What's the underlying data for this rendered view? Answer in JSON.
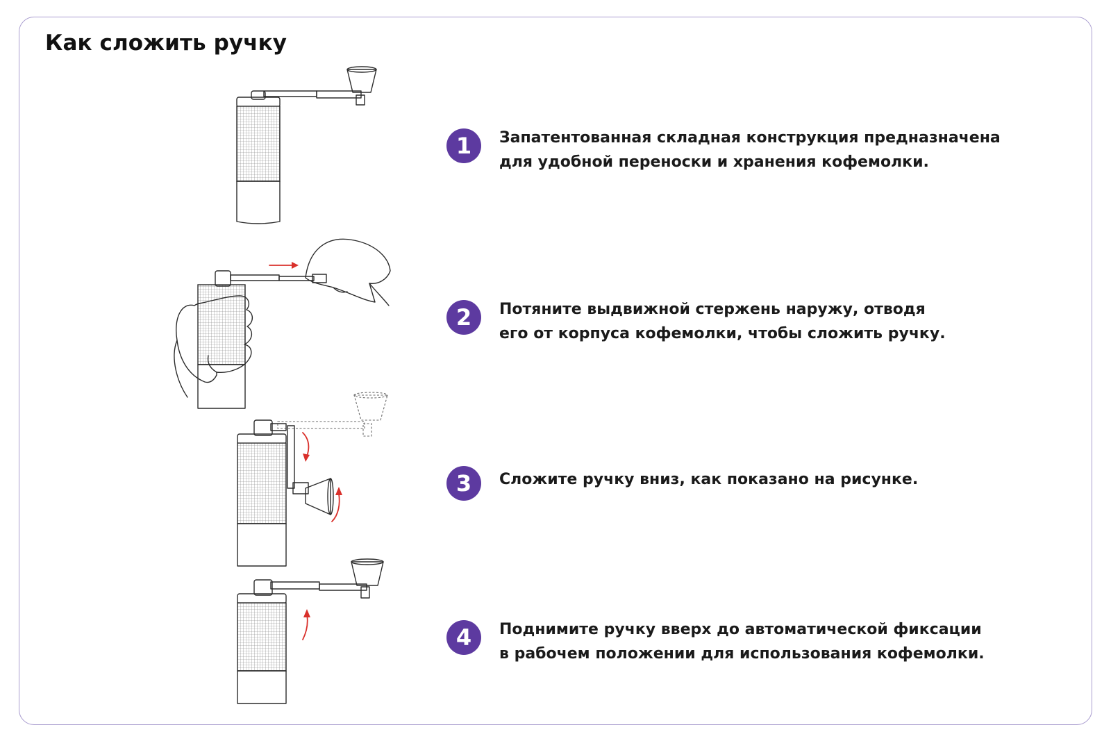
{
  "page": {
    "title": "Как сложить ручку"
  },
  "colors": {
    "accent": "#5d3aa0",
    "border": "#a99ccf",
    "arrow": "#d9302b"
  },
  "steps": [
    {
      "number": "1",
      "text": "Запатентованная складная конструкция предназначена\nдля удобной переноски и хранения кофемолки."
    },
    {
      "number": "2",
      "text": "Потяните выдвижной стержень наружу, отводя\nего от корпуса кофемолки, чтобы сложить ручку."
    },
    {
      "number": "3",
      "text": "Сложите ручку вниз, как показано на рисунке."
    },
    {
      "number": "4",
      "text": "Поднимите ручку вверх до автоматической фиксации\nв рабочем положении для использования кофемолки."
    }
  ]
}
